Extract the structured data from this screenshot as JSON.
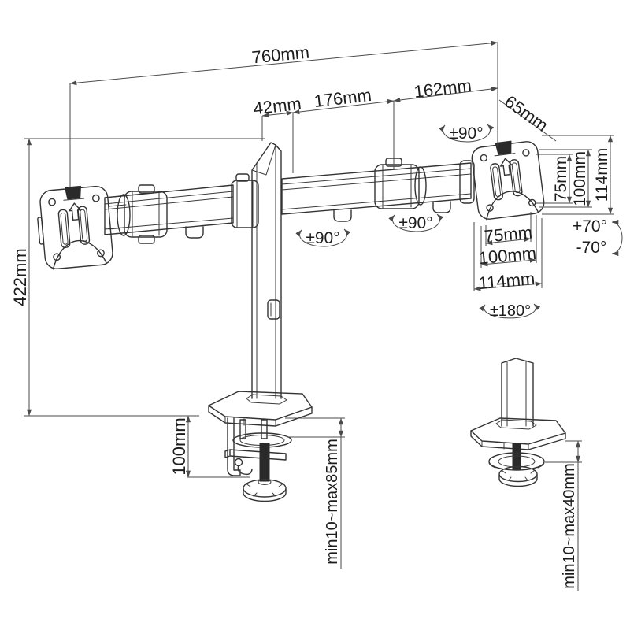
{
  "page": {
    "background": "#ffffff",
    "line_color": "#333333"
  },
  "diagram": {
    "type": "technical-drawing",
    "subject": "Dual monitor desk mount arm dimensional drawing",
    "labels": {
      "total_width": "760mm",
      "pole_offset": "42mm",
      "arm_segment_inner": "176mm",
      "arm_segment_outer": "162mm",
      "head_width": "65mm",
      "pole_height": "422mm",
      "clamp_bracket_height": "100mm",
      "clamp_capacity": "min10~max85mm",
      "grommet_capacity": "min10~max40mm",
      "vesa_vertical_75": "75mm",
      "vesa_vertical_100": "100mm",
      "vesa_vertical_114": "114mm",
      "vesa_horizontal_75": "75mm",
      "vesa_horizontal_100": "100mm",
      "vesa_horizontal_114": "114mm",
      "swivel_head": "±90°",
      "swivel_joint_inner": "±90°",
      "swivel_joint_outer": "±90°",
      "tilt_up": "+70°",
      "tilt_down": "-70°",
      "rotation": "±180°"
    }
  }
}
